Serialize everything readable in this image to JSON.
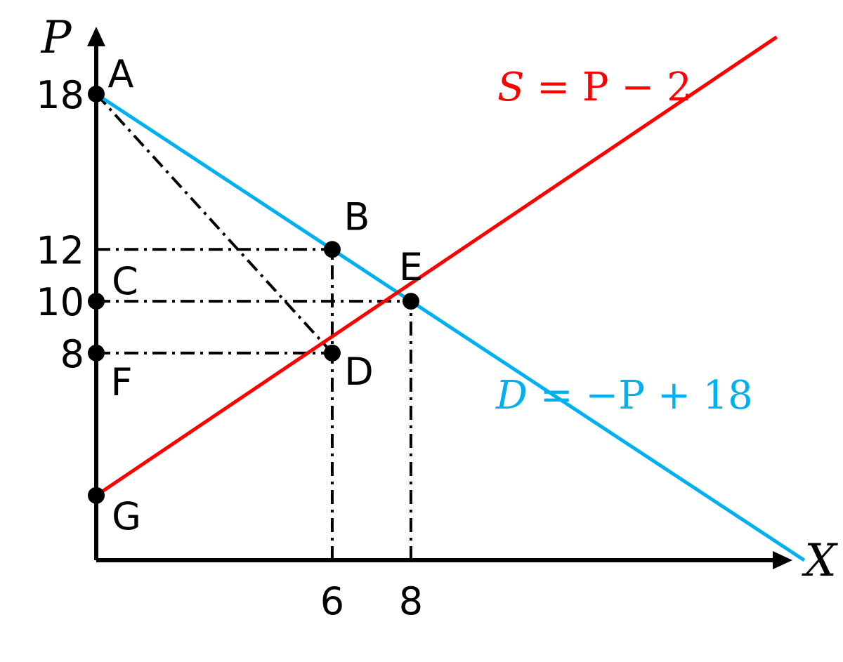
{
  "chart_data": {
    "type": "line",
    "xlabel": "X",
    "ylabel": "P",
    "xlim": [
      0,
      17.7
    ],
    "ylim": [
      0,
      20.6
    ],
    "yticks": [
      {
        "value": 18,
        "label": "18"
      },
      {
        "value": 12,
        "label": "12"
      },
      {
        "value": 10,
        "label": "10"
      },
      {
        "value": 8,
        "label": "8"
      }
    ],
    "xticks": [
      {
        "value": 6,
        "label": "6"
      },
      {
        "value": 8,
        "label": "8"
      }
    ],
    "series": [
      {
        "name": "D = −P + 18",
        "color": "#00b0f0",
        "x": [
          0,
          18
        ],
        "y": [
          18,
          0
        ]
      },
      {
        "name": "S = P − 2",
        "color": "#ff0000",
        "x": [
          0,
          17.3
        ],
        "y": [
          2.5,
          20.2
        ]
      }
    ],
    "points": [
      {
        "label": "A",
        "x": 0,
        "y": 18
      },
      {
        "label": "B",
        "x": 6,
        "y": 12
      },
      {
        "label": "C",
        "x": 0,
        "y": 10
      },
      {
        "label": "E",
        "x": 8,
        "y": 10
      },
      {
        "label": "F",
        "x": 0,
        "y": 8
      },
      {
        "label": "D",
        "x": 6,
        "y": 8
      },
      {
        "label": "G",
        "x": 0,
        "y": 2.5
      }
    ],
    "guides": [
      {
        "x": [
          0,
          6
        ],
        "y": [
          12,
          12
        ]
      },
      {
        "x": [
          0,
          8
        ],
        "y": [
          10,
          10
        ]
      },
      {
        "x": [
          0,
          6
        ],
        "y": [
          8,
          8
        ]
      },
      {
        "x": [
          6,
          6
        ],
        "y": [
          0,
          12
        ]
      },
      {
        "x": [
          8,
          8
        ],
        "y": [
          0,
          10
        ]
      },
      {
        "x": [
          0,
          6
        ],
        "y": [
          18,
          8
        ]
      }
    ],
    "equations": [
      {
        "lhs": "S",
        "rest": " = P − 2",
        "color": "#ff0000"
      },
      {
        "lhs": "D",
        "rest": " = −P + 18",
        "color": "#00b0f0"
      }
    ]
  }
}
